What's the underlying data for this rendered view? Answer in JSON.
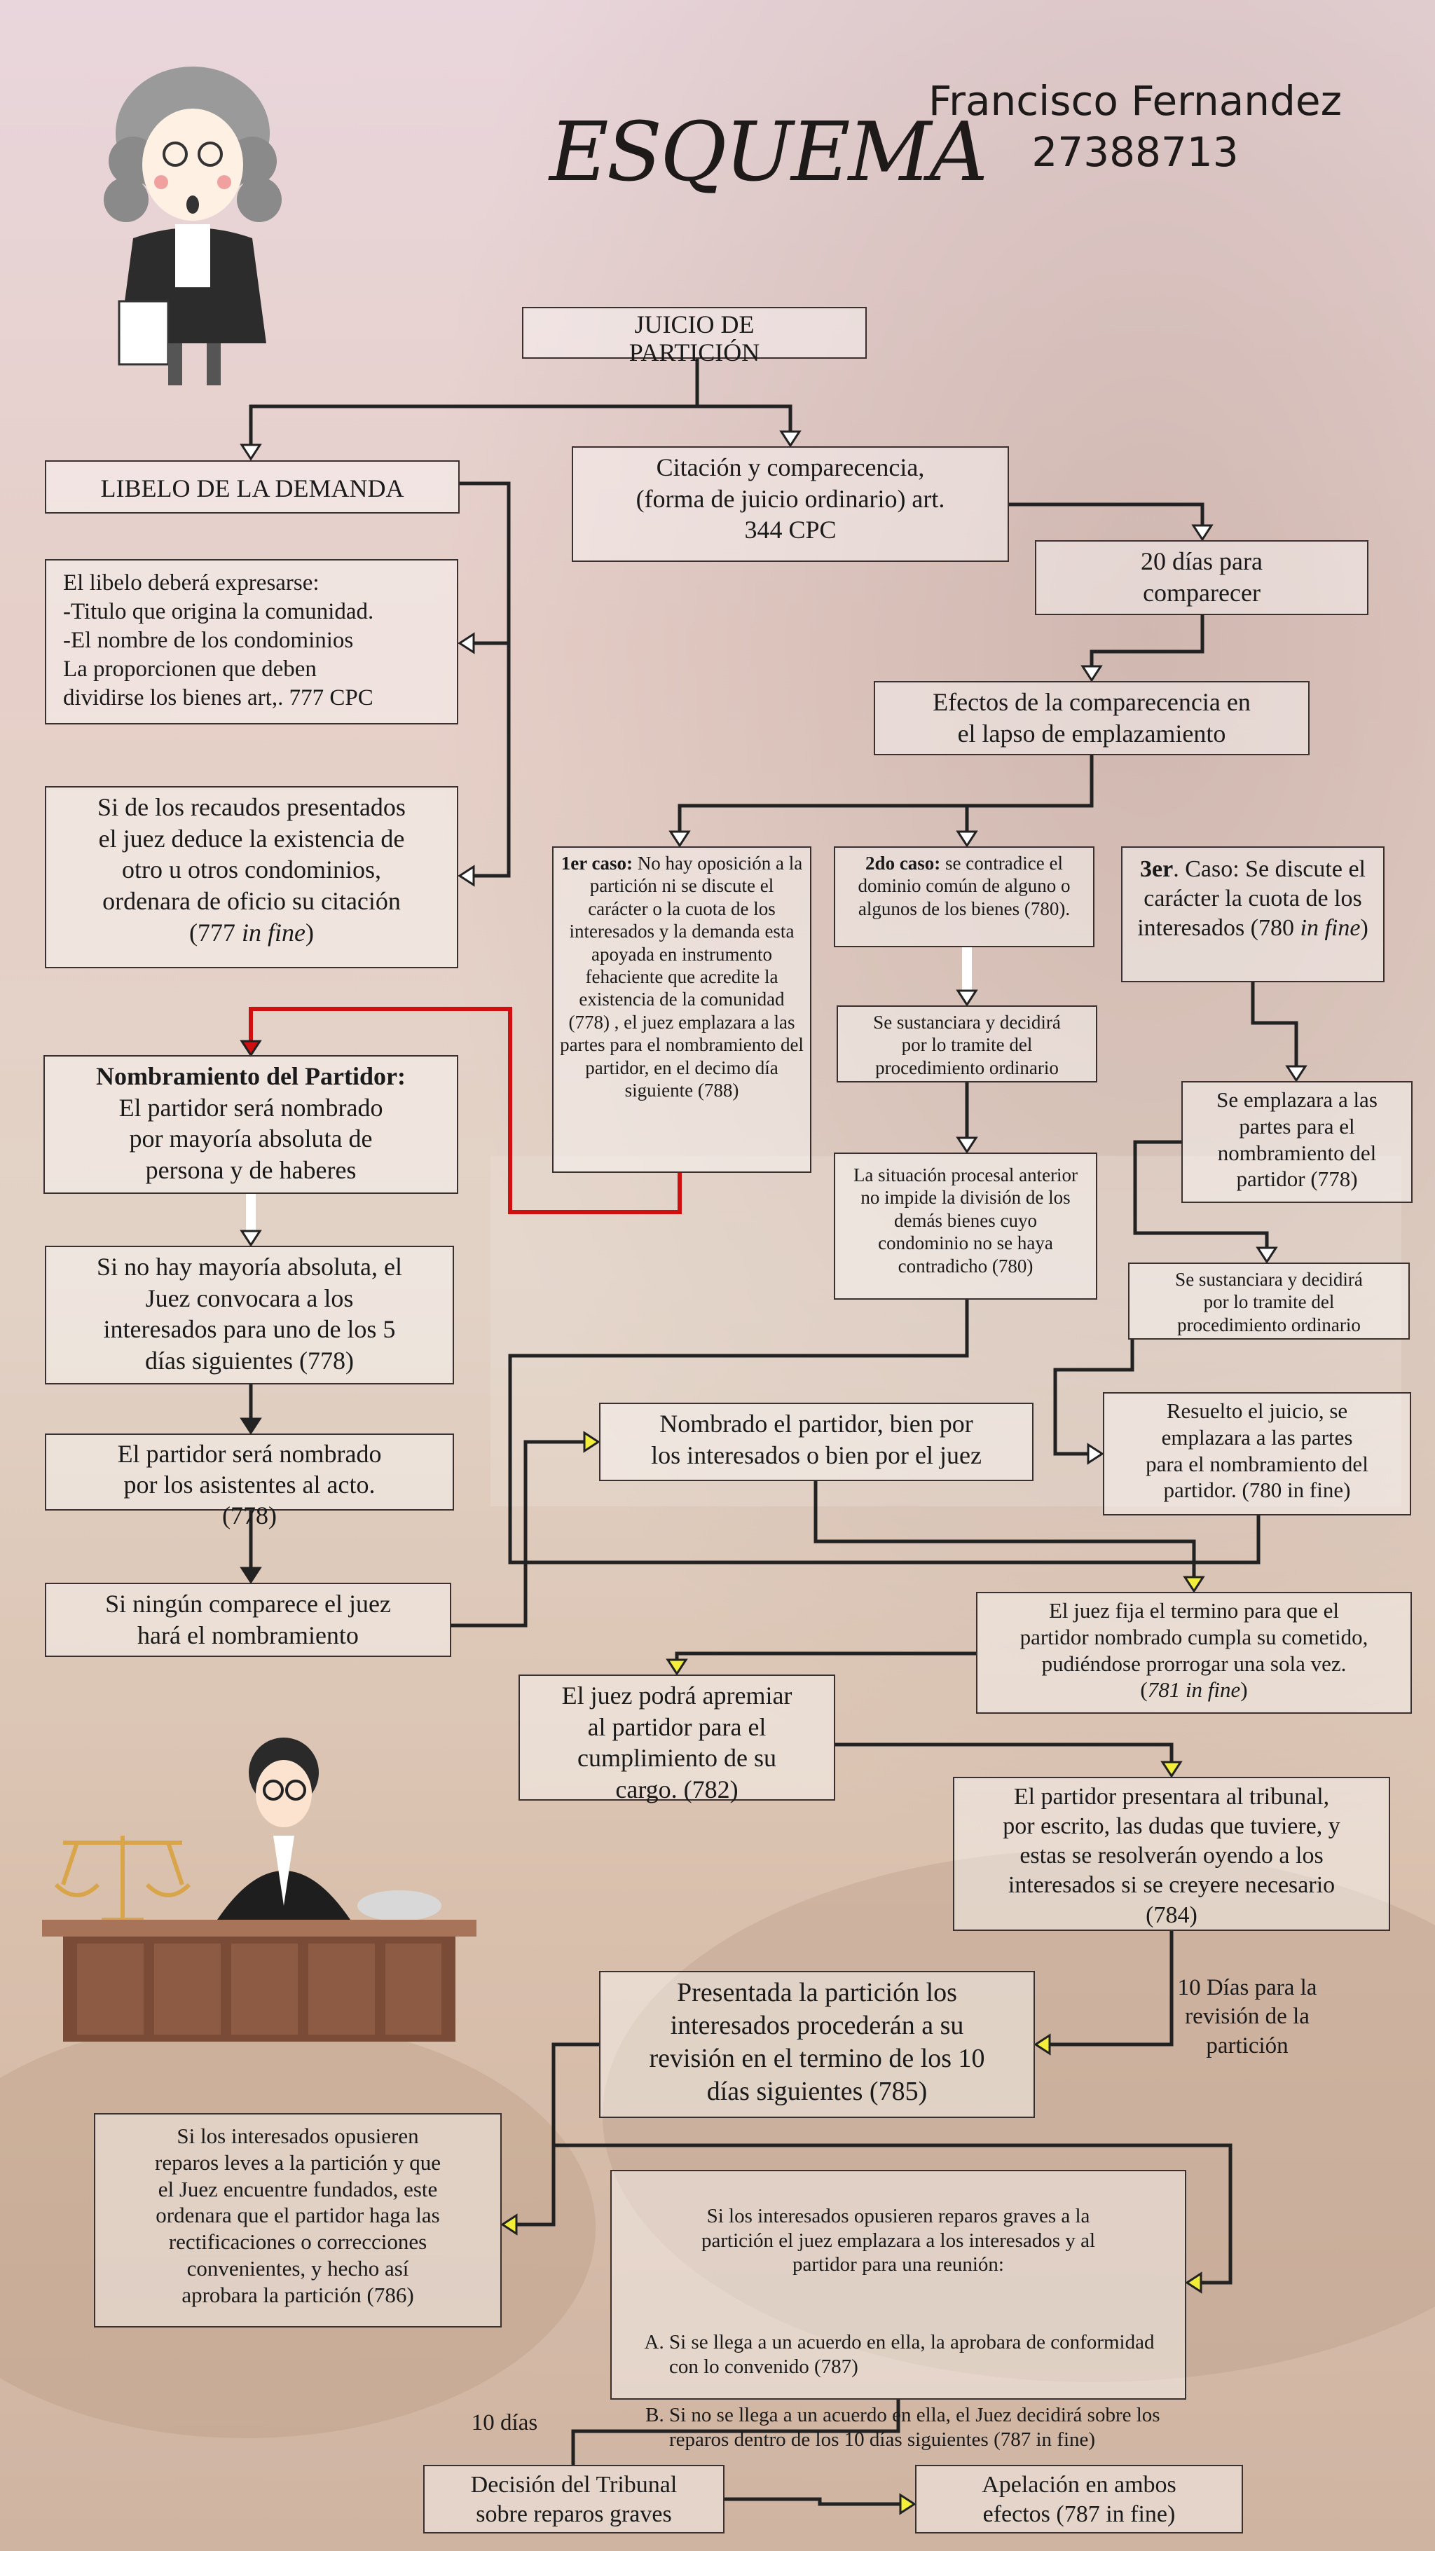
{
  "header": {
    "title": "ESQUEMA",
    "author_name": "Francisco Fernandez",
    "author_id": "27388713"
  },
  "nodes": {
    "juicio": "JUICIO DE\nPARTICIÓN",
    "libelo": "LIBELO DE LA DEMANDA",
    "citacion": "Citación y comparecencia,\n(forma de juicio ordinario) art.\n344 CPC",
    "dias20": "20 días para\ncomparecer",
    "expresarse": "El libelo deberá expresarse:\n-Titulo que origina la comunidad.\n-El nombre de los condominios\nLa proporcionen que deben\ndividirse los bienes art,. 777 CPC",
    "efectos": "Efectos de la comparecencia en\nel lapso de emplazamiento",
    "recaudos_main": "Si de los recaudos presentados\nel juez deduce la existencia de\notro u otros condominios,\nordenara de oficio su citación\n(777 ",
    "recaudos_italic": "in fine",
    "recaudos_tail": ")",
    "caso1_label": "1er caso:",
    "caso1_text": " No hay oposición a la partición ni se discute el carácter o la cuota de los interesados y la demanda esta apoyada en instrumento fehaciente que acredite la existencia de la comunidad (778) , el juez emplazara a las partes para el nombramiento del partidor, en el decimo día siguiente (788)",
    "caso2_label": "2do caso:",
    "caso2_text": " se contradice el dominio común de alguno o algunos de los bienes (780).",
    "caso3_label": "3er",
    "caso3_text": ". Caso: Se discute el carácter la cuota de los interesados (780 ",
    "caso3_italic": "in fine",
    "caso3_tail": ")",
    "sustanciara1": "Se sustanciara y decidirá\npor lo tramite del\nprocedimiento ordinario",
    "situacion": "La situación procesal anterior no impide la división de los demás bienes cuyo condominio no se haya contradicho (780)",
    "emplazara_partes": "Se emplazara a las\npartes para el\nnombramiento del\npartidor (778)",
    "sustanciara2": "Se sustanciara y decidirá\npor lo tramite del\nprocedimiento ordinario",
    "resuelto": "Resuelto el juicio, se\nemplazara a las partes\npara el nombramiento del\npartidor. (780 in fine)",
    "nombramiento_label": "Nombramiento del Partidor:",
    "nombramiento_text": "El partidor será nombrado\npor mayoría absoluta de\npersona y de haberes",
    "sin_mayoria": "Si no hay mayoría absoluta, el\nJuez convocara a los\ninteresados para uno de los 5\ndías siguientes (778)",
    "asistentes": "El partidor será nombrado\npor los asistentes al acto.\n(778)",
    "ninguno": "Si ningún comparece el juez\nhará el nombramiento",
    "nombrado": "Nombrado el partidor, bien por\nlos interesados o bien por el juez",
    "juez_fija_main": "El juez fija el termino para que el\npartidor nombrado cumpla su cometido,\npudiéndose prorrogar una sola vez.\n(",
    "juez_fija_italic": "781 in fine",
    "juez_fija_tail": ")",
    "apremiar": "El juez podrá apremiar\nal partidor para el\ncumplimiento de su\ncargo. (782)",
    "presentara": "El partidor presentara al tribunal,\npor escrito, las dudas que tuviere, y\nestas se resolverán oyendo a los\ninteresados si se creyere necesario\n(784)",
    "presentada": "Presentada la partición los\ninteresados procederán a su\nrevisión en el termino de los 10\ndías siguientes (785)",
    "reparos_leves": "Si los interesados opusieren\nreparos leves a la partición y que\nel Juez encuentre fundados, este\nordenara que el partidor haga las\nrectificaciones o correcciones\nconvenientes, y hecho así\naprobara la partición (786)",
    "reparos_graves_intro": "Si los interesados opusieren reparos graves a la\npartición el juez emplazara a los interesados y al\npartidor para una reunión:",
    "reparos_graves_options": [
      "Si se llega a un acuerdo en ella, la aprobara de conformidad con lo convenido (787)",
      "Si no se llega a un acuerdo en ella, el Juez decidirá sobre los reparos dentro de los 10 días siguientes (787 in fine)"
    ],
    "decision": "Decisión del Tribunal\nsobre reparos graves",
    "apelacion": "Apelación en ambos\nefectos (787 in fine)"
  },
  "notes": {
    "diez_dias_revision": "10 Días para la\nrevisión de la\npartición",
    "diez_dias": "10 días"
  },
  "colors": {
    "line": "#222222",
    "arrow_red": "#d01010",
    "arrow_yellow": "#f2ee3a",
    "box_border": "#3a3030"
  },
  "icons": [
    "judge-wig-illustration",
    "judge-desk-illustration",
    "scales-icon"
  ]
}
